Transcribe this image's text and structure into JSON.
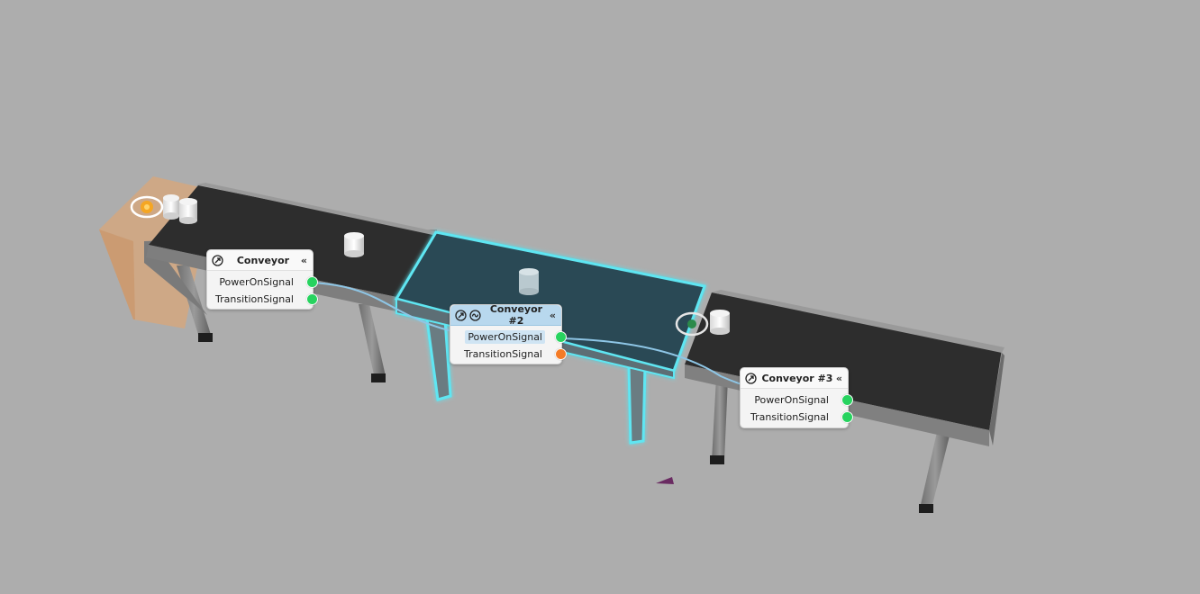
{
  "nodes": [
    {
      "title": "Conveyor",
      "header_icons": [
        "sensor-icon"
      ],
      "selected": false,
      "ports": [
        {
          "label": "PowerOnSignal",
          "status": "green"
        },
        {
          "label": "TransitionSignal",
          "status": "green"
        }
      ]
    },
    {
      "title": "Conveyor #2",
      "header_icons": [
        "sensor-icon",
        "loop-icon"
      ],
      "selected": true,
      "ports": [
        {
          "label": "PowerOnSignal",
          "status": "green"
        },
        {
          "label": "TransitionSignal",
          "status": "orange"
        }
      ]
    },
    {
      "title": "Conveyor #3",
      "header_icons": [
        "sensor-icon"
      ],
      "selected": false,
      "ports": [
        {
          "label": "PowerOnSignal",
          "status": "green"
        },
        {
          "label": "TransitionSignal",
          "status": "green"
        }
      ]
    }
  ],
  "collapse_glyph": "«",
  "colors": {
    "background": "#adadad",
    "belt": "#2d2d2d",
    "frame": "#8a8a8a",
    "selection_glow": "#5fe6f2",
    "selected_belt": "#2c4a55",
    "port_green": "#27d35f",
    "port_orange": "#f47b26",
    "wire": "#8ec6e6",
    "source_box": "#d9a77a",
    "marker": "#6a2b62"
  }
}
